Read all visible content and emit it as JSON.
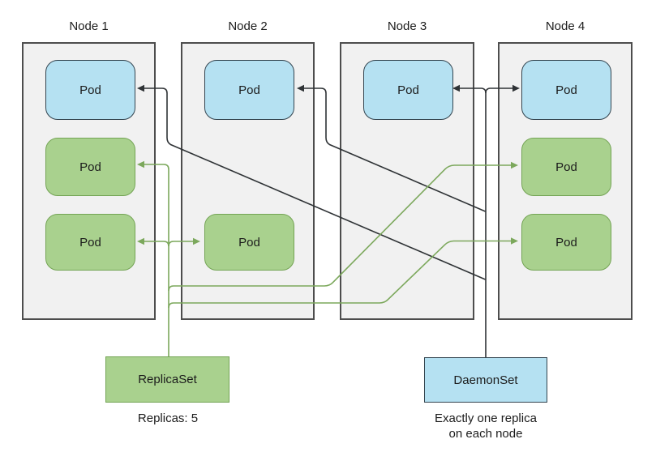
{
  "nodes": [
    {
      "label": "Node 1",
      "pods": [
        {
          "label": "Pod",
          "color": "blue",
          "row": 0
        },
        {
          "label": "Pod",
          "color": "green",
          "row": 1
        },
        {
          "label": "Pod",
          "color": "green",
          "row": 2
        }
      ]
    },
    {
      "label": "Node 2",
      "pods": [
        {
          "label": "Pod",
          "color": "blue",
          "row": 0
        },
        {
          "label": "Pod",
          "color": "green",
          "row": 2
        }
      ]
    },
    {
      "label": "Node 3",
      "pods": [
        {
          "label": "Pod",
          "color": "blue",
          "row": 0
        }
      ]
    },
    {
      "label": "Node 4",
      "pods": [
        {
          "label": "Pod",
          "color": "blue",
          "row": 0
        },
        {
          "label": "Pod",
          "color": "green",
          "row": 1
        },
        {
          "label": "Pod",
          "color": "green",
          "row": 2
        }
      ]
    }
  ],
  "replicaset": {
    "label": "ReplicaSet",
    "caption": "Replicas: 5"
  },
  "daemonset": {
    "label": "DaemonSet",
    "caption_line1": "Exactly one replica",
    "caption_line2": "on each node"
  },
  "connections": {
    "daemonset_targets": [
      "Node 1 blue Pod",
      "Node 2 blue Pod",
      "Node 3 blue Pod",
      "Node 4 blue Pod"
    ],
    "replicaset_targets": [
      "Node 1 green Pod row2",
      "Node 1 green Pod row3",
      "Node 2 green Pod",
      "Node 4 green Pod row2",
      "Node 4 green Pod row3"
    ]
  },
  "colors": {
    "node_fill": "#f1f1f1",
    "node_border": "#4d4d4d",
    "blue_fill": "#b5e1f2",
    "blue_border": "#33444f",
    "green_fill": "#a9d18e",
    "green_border": "#74a455",
    "line_black": "#2f3336",
    "line_green": "#7ca85c",
    "text": "#1c1c1c"
  }
}
